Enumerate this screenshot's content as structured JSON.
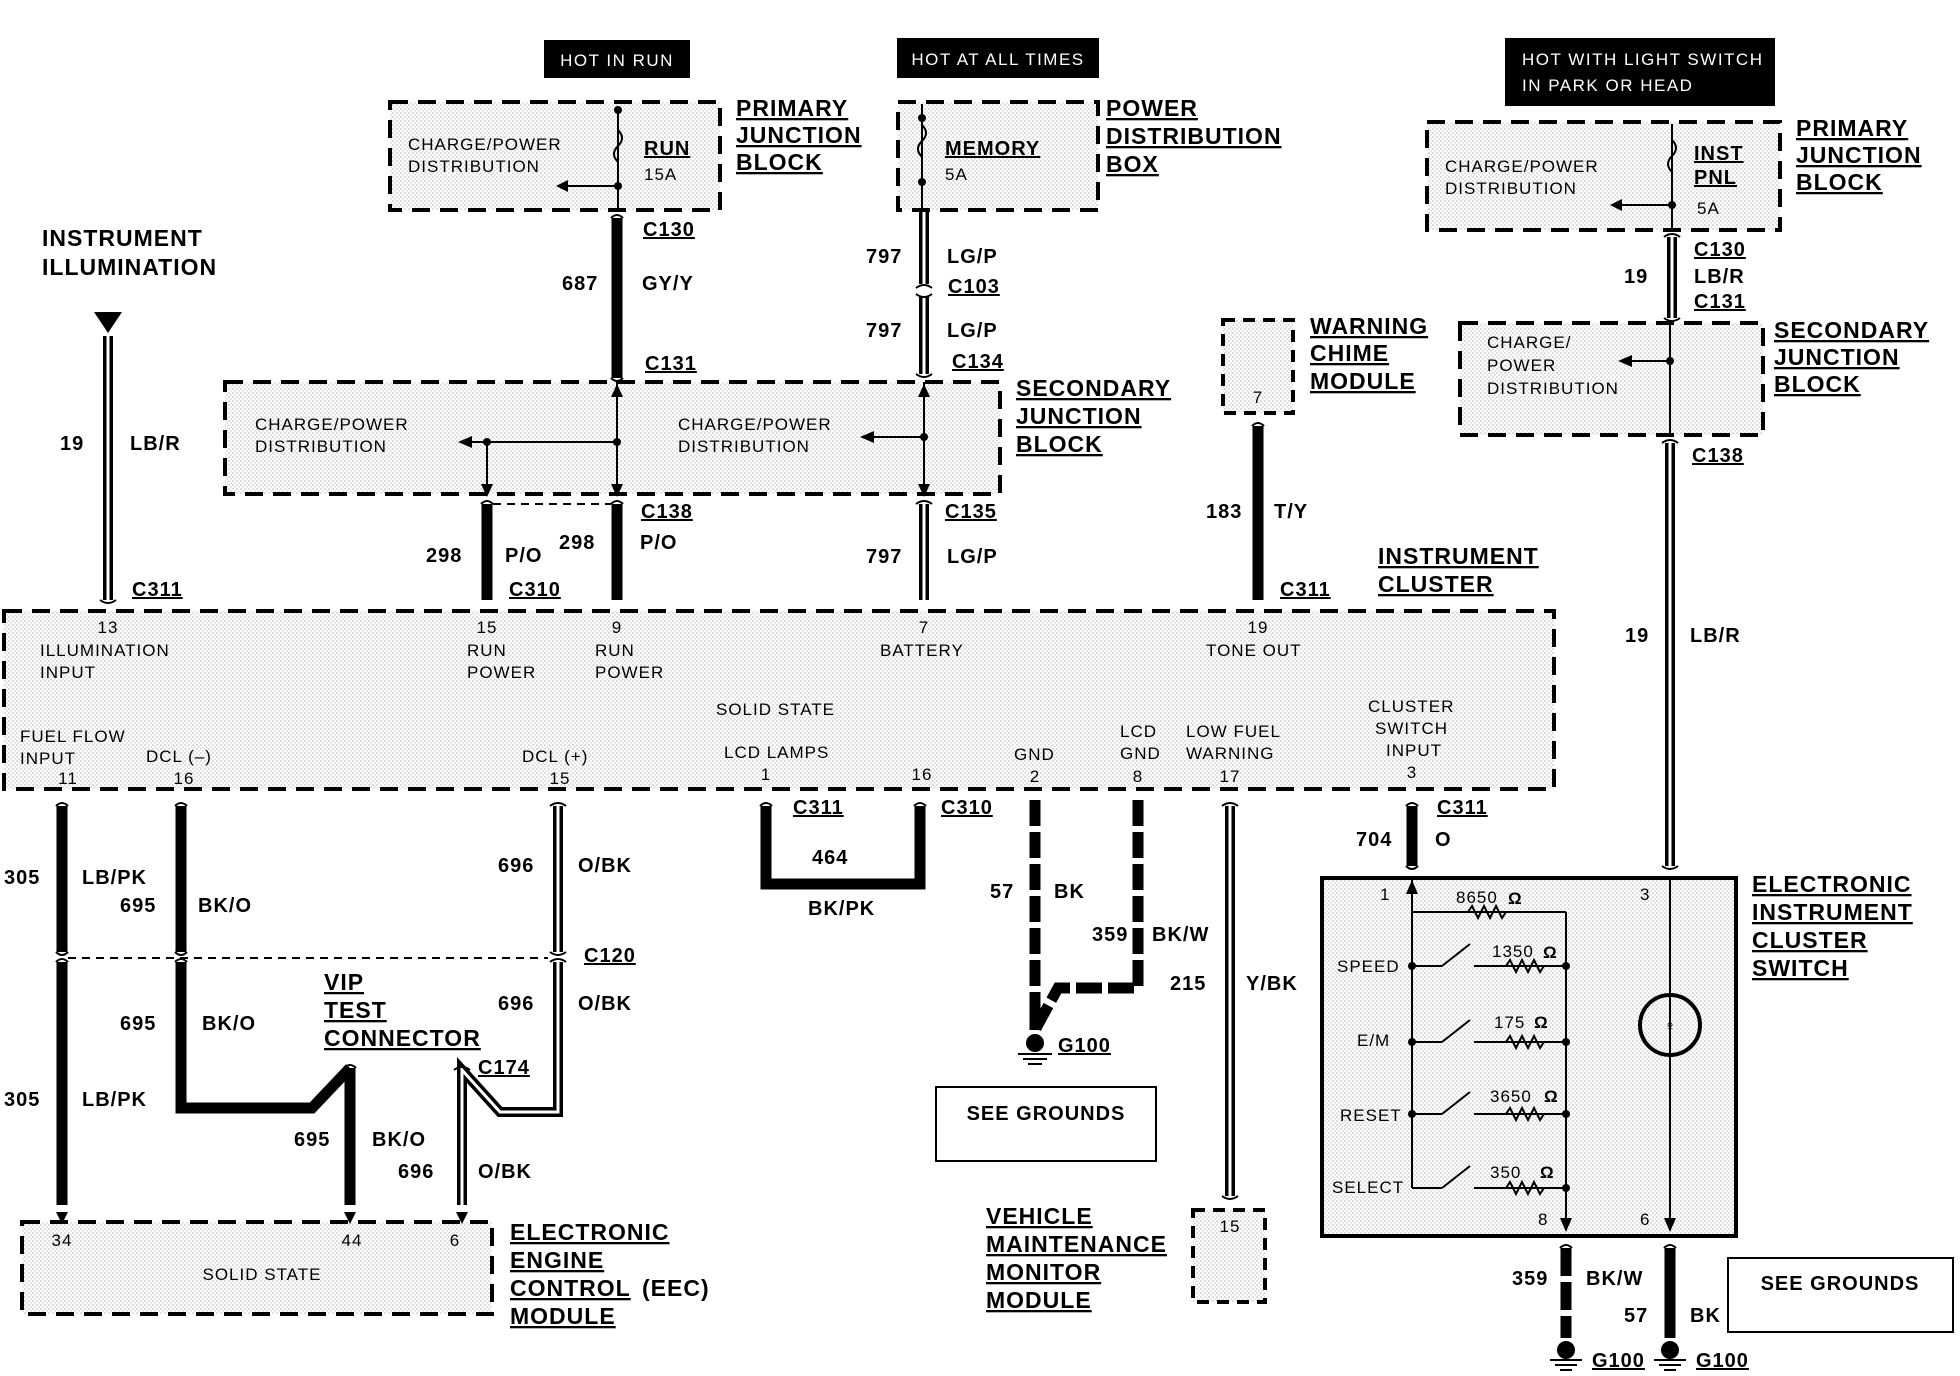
{
  "banners": {
    "hot_in_run": "HOT IN RUN",
    "hot_at_all_times": "HOT AT ALL TIMES",
    "hot_light_1": "HOT WITH LIGHT SWITCH",
    "hot_light_2": "IN PARK OR HEAD"
  },
  "pjb_left": {
    "inner": [
      "CHARGE/POWER",
      "DISTRIBUTION"
    ],
    "fuse": "RUN",
    "amp": "15A",
    "title": [
      "PRIMARY",
      "JUNCTION",
      "BLOCK"
    ]
  },
  "pdb": {
    "fuse": "MEMORY",
    "amp": "5A",
    "title": [
      "POWER",
      "DISTRIBUTION",
      "BOX"
    ]
  },
  "pjb_right": {
    "inner": [
      "CHARGE/POWER",
      "DISTRIBUTION"
    ],
    "fuse": [
      "INST",
      "PNL"
    ],
    "amp": "5A",
    "title": [
      "PRIMARY",
      "JUNCTION",
      "BLOCK"
    ]
  },
  "sjb_main": {
    "inner_a": [
      "CHARGE/POWER",
      "DISTRIBUTION"
    ],
    "inner_b": [
      "CHARGE/POWER",
      "DISTRIBUTION"
    ],
    "title": [
      "SECONDARY",
      "JUNCTION",
      "BLOCK"
    ]
  },
  "sjb_right": {
    "inner": [
      "CHARGE/",
      "POWER",
      "DISTRIBUTION"
    ],
    "title": [
      "SECONDARY",
      "JUNCTION",
      "BLOCK"
    ]
  },
  "instrument_illumination": [
    "INSTRUMENT",
    "ILLUMINATION"
  ],
  "warning_chime": {
    "pin": "7",
    "title": [
      "WARNING",
      "CHIME",
      "MODULE"
    ]
  },
  "instrument_cluster": {
    "title": [
      "INSTRUMENT",
      "CLUSTER"
    ],
    "pins_top": [
      {
        "num": "13",
        "label": [
          "ILLUMINATION",
          "INPUT"
        ]
      },
      {
        "num": "15",
        "label": [
          "RUN",
          "POWER"
        ]
      },
      {
        "num": "9",
        "label": [
          "RUN",
          "POWER"
        ]
      },
      {
        "num": "7",
        "label": [
          "BATTERY"
        ]
      },
      {
        "num": "19",
        "label": [
          "TONE OUT"
        ]
      }
    ],
    "solid_state": "SOLID STATE",
    "pins_bottom": [
      {
        "num": "11",
        "label": [
          "FUEL FLOW",
          "INPUT"
        ]
      },
      {
        "num": "16",
        "label": [
          "DCL (–)"
        ]
      },
      {
        "num": "15",
        "label": [
          "DCL  (+)"
        ]
      },
      {
        "num": "1",
        "label": [
          "LCD LAMPS"
        ]
      },
      {
        "num": "16",
        "label": []
      },
      {
        "num": "2",
        "label": [
          "GND"
        ]
      },
      {
        "num": "8",
        "label": [
          "LCD",
          "GND"
        ]
      },
      {
        "num": "17",
        "label": [
          "LOW FUEL",
          "WARNING"
        ]
      },
      {
        "num": "3",
        "label": [
          "CLUSTER",
          "SWITCH",
          "INPUT"
        ]
      }
    ]
  },
  "connectors": {
    "c130": "C130",
    "c131": "C131",
    "c103": "C103",
    "c134": "C134",
    "c138": "C138",
    "c135": "C135",
    "c311": "C311",
    "c310": "C310",
    "c120": "C120",
    "c174": "C174"
  },
  "circuits": {
    "w687": "687",
    "gy_y": "GY/Y",
    "w797": "797",
    "lg_p": "LG/P",
    "w19": "19",
    "lb_r": "LB/R",
    "w298": "298",
    "p_o": "P/O",
    "w183": "183",
    "t_y": "T/Y",
    "w305": "305",
    "lb_pk": "LB/PK",
    "w695": "695",
    "bk_o": "BK/O",
    "w696": "696",
    "o_bk": "O/BK",
    "w464": "464",
    "bk_pk": "BK/PK",
    "w57": "57",
    "bk": "BK",
    "w359": "359",
    "bk_w": "BK/W",
    "w215": "215",
    "y_bk": "Y/BK",
    "w704": "704",
    "o": "O"
  },
  "vip": [
    "VIP",
    "TEST",
    "CONNECTOR"
  ],
  "ground": "G100",
  "see_grounds": "SEE GROUNDS",
  "eec": {
    "pins": [
      "34",
      "44",
      "6"
    ],
    "inner": "SOLID STATE",
    "title": [
      "ELECTRONIC",
      "ENGINE",
      "CONTROL",
      "(EEC)",
      "MODULE"
    ]
  },
  "vmm": {
    "pin": "15",
    "title": [
      "VEHICLE",
      "MAINTENANCE",
      "MONITOR",
      "MODULE"
    ]
  },
  "eic_switch": {
    "title": [
      "ELECTRONIC",
      "INSTRUMENT",
      "CLUSTER",
      "SWITCH"
    ],
    "pins": [
      "1",
      "3",
      "8",
      "6"
    ],
    "resistors": [
      "8650",
      "1350",
      "175",
      "3650",
      "350"
    ],
    "omega": "Ω",
    "switches": [
      "SPEED",
      "E/M",
      "RESET",
      "SELECT"
    ]
  }
}
